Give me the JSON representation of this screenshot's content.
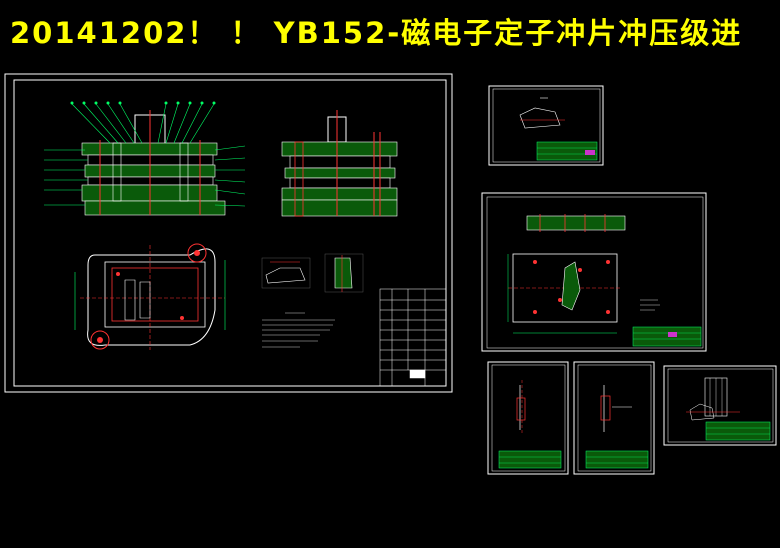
{
  "title": "20141202！ ！ YB152-磁电子定子冲片冲压级进",
  "colors": {
    "background": "#000000",
    "title": "#ffff00",
    "frame": "#ffffff",
    "hatch": "#00cc00",
    "annotation": "#ff3333",
    "callout": "#00ff66"
  },
  "sheets": [
    {
      "id": "main-assembly",
      "content": "assembly drawing with plan view, sections, notes and title block"
    },
    {
      "id": "small-detail-top",
      "content": "part detail"
    },
    {
      "id": "die-plate-detail",
      "content": "die plate drawing"
    },
    {
      "id": "punch-detail-1",
      "content": "punch drawing"
    },
    {
      "id": "punch-detail-2",
      "content": "punch drawing"
    },
    {
      "id": "part-detail-right",
      "content": "part detail"
    }
  ]
}
